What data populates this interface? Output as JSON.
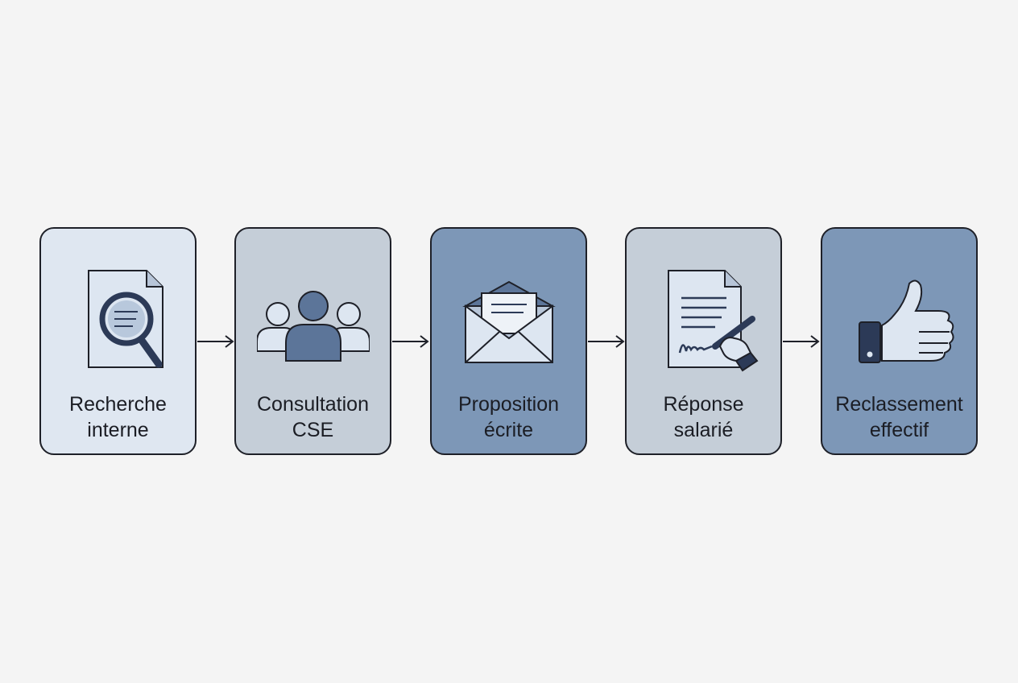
{
  "colors": {
    "outline": "#1e2028",
    "icon_dark": "#2c3a57",
    "icon_mid": "#5c7599",
    "icon_light": "#dde6f1"
  },
  "steps": [
    {
      "line1": "Recherche",
      "line2": "interne",
      "icon": "document-search-icon",
      "fill": "#dfe7f1"
    },
    {
      "line1": "Consultation",
      "line2": "CSE",
      "icon": "group-icon",
      "fill": "#c5ced8"
    },
    {
      "line1": "Proposition",
      "line2": "écrite",
      "icon": "envelope-icon",
      "fill": "#7d97b7"
    },
    {
      "line1": "Réponse",
      "line2": "salarié",
      "icon": "signing-document-icon",
      "fill": "#c5ced8"
    },
    {
      "line1": "Reclassement",
      "line2": "effectif",
      "icon": "thumbs-up-icon",
      "fill": "#7d97b7"
    }
  ]
}
